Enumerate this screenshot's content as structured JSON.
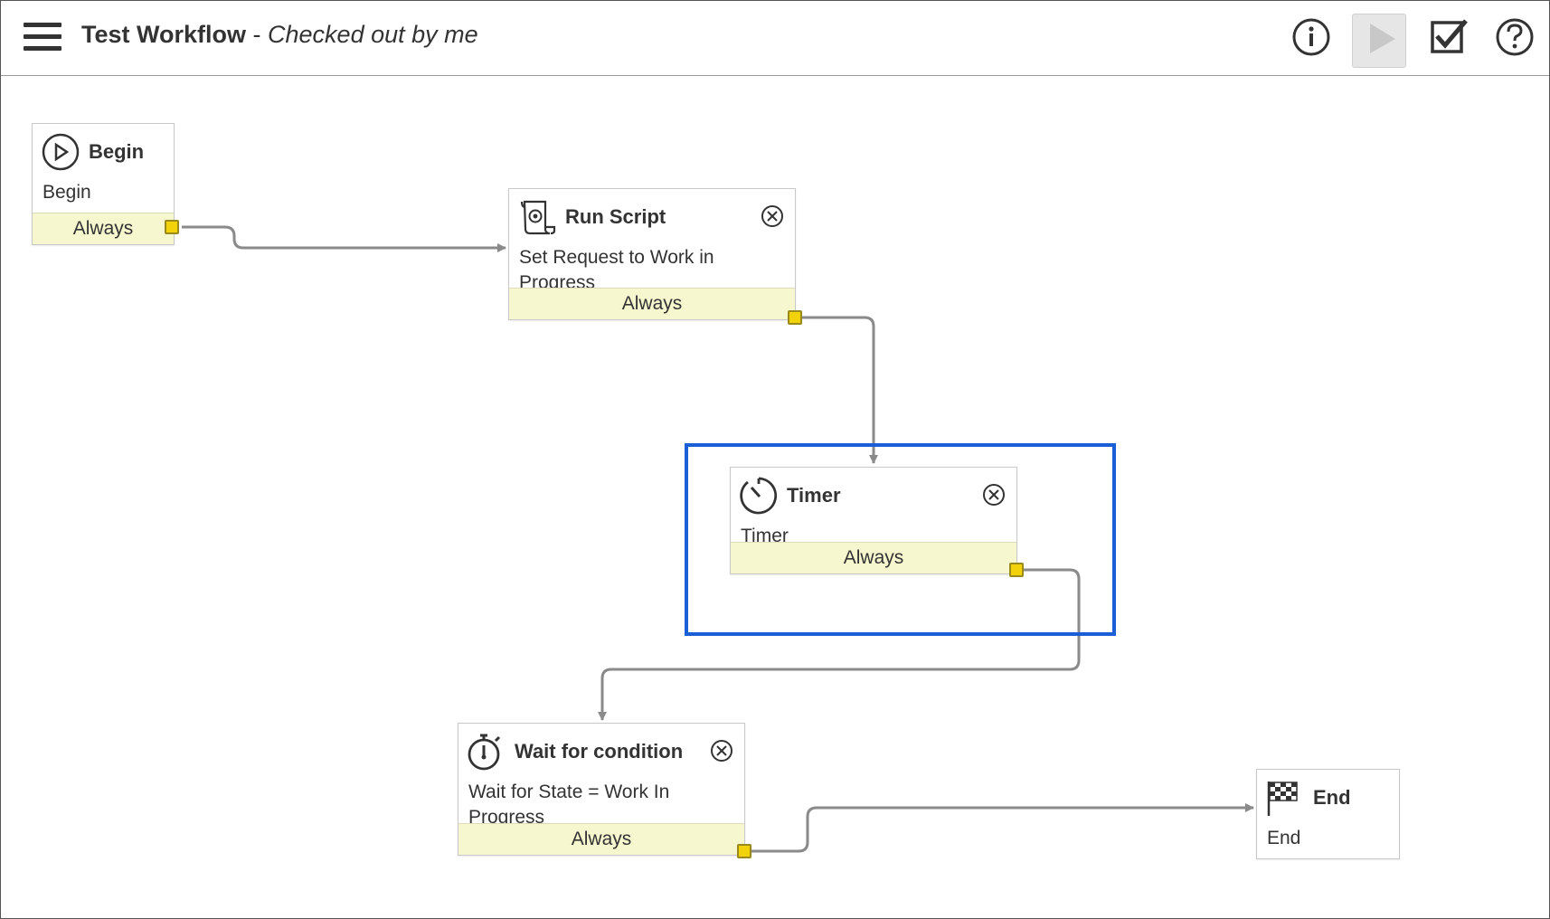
{
  "toolbar": {
    "workflow_name": "Test Workflow",
    "separator": " - ",
    "workflow_status": "Checked out by me",
    "menu_icon": "hamburger-menu-icon",
    "buttons": [
      {
        "id": "info",
        "icon": "info-icon"
      },
      {
        "id": "run",
        "icon": "play-icon"
      },
      {
        "id": "validate",
        "icon": "checkbox-check-icon"
      },
      {
        "id": "help",
        "icon": "help-icon"
      }
    ]
  },
  "nodes": {
    "begin": {
      "title": "Begin",
      "description": "Begin",
      "footer": "Always",
      "icon": "play-circle-icon"
    },
    "run_script": {
      "title": "Run Script",
      "description_line1": "Set Request to Work in",
      "description_line2": "Progress",
      "footer": "Always",
      "icon": "script-scroll-icon"
    },
    "timer": {
      "title": "Timer",
      "description": "Timer",
      "footer": "Always",
      "icon": "timer-dial-icon"
    },
    "wait": {
      "title": "Wait for condition",
      "description_line1": "Wait for State = Work In",
      "description_line2": "Progress",
      "footer": "Always",
      "icon": "stopwatch-icon"
    },
    "end": {
      "title": "End",
      "description": "End",
      "icon": "checkered-flag-icon"
    }
  },
  "colors": {
    "selection": "#1a5fd6",
    "footer_bg": "#f7f7cf",
    "port": "#f2d20a",
    "connector": "#8a8a8a"
  }
}
